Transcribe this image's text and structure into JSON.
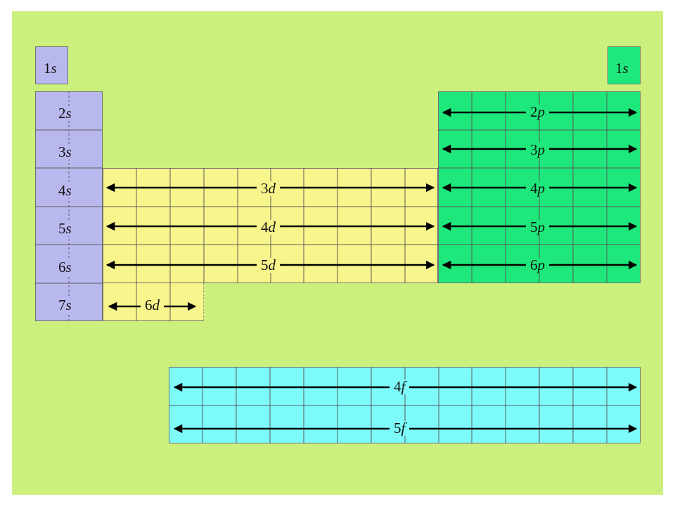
{
  "blocks": {
    "s": {
      "color": "#b9b8ee",
      "labels": [
        "1s",
        "2s",
        "3s",
        "4s",
        "5s",
        "6s",
        "7s"
      ],
      "he_label": "1s"
    },
    "p": {
      "color": "#1ee87b",
      "labels": [
        "2p",
        "3p",
        "4p",
        "5p",
        "6p"
      ]
    },
    "d": {
      "color": "#f8f58c",
      "labels": [
        "3d",
        "4d",
        "5d",
        "6d"
      ]
    },
    "f": {
      "color": "#7dfbfb",
      "labels": [
        "4f",
        "5f"
      ]
    }
  }
}
